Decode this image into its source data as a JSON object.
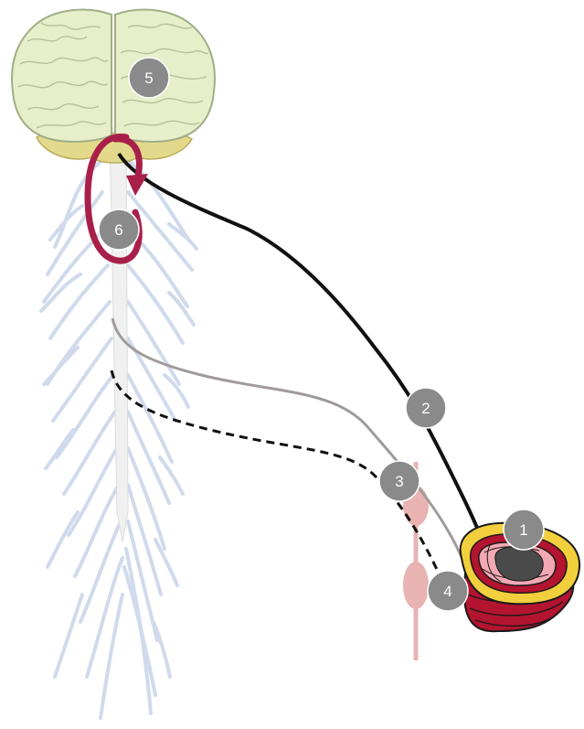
{
  "markers": [
    {
      "id": "m1",
      "label": "1"
    },
    {
      "id": "m2",
      "label": "2"
    },
    {
      "id": "m3",
      "label": "3"
    },
    {
      "id": "m4",
      "label": "4"
    },
    {
      "id": "m5",
      "label": "5"
    },
    {
      "id": "m6",
      "label": "6"
    }
  ],
  "colors": {
    "brain_fill": "#e6efc9",
    "brain_stroke": "#9fae86",
    "cerebellum": "#e3d98a",
    "nerves": "#cbd6ea",
    "spinal_cord": "#f0f0f0",
    "loop_arrow": "#a8204a",
    "efferent_line": "#111111",
    "afferent_line": "#a09a9a",
    "ganglia": "#e8b3b0",
    "organ_outer": "#f2cf3c",
    "organ_muscle": "#b3142f",
    "organ_mucosa": "#f3a9b4",
    "organ_lumen": "#4a4a4a",
    "marker_fill": "#8a8a8a"
  }
}
